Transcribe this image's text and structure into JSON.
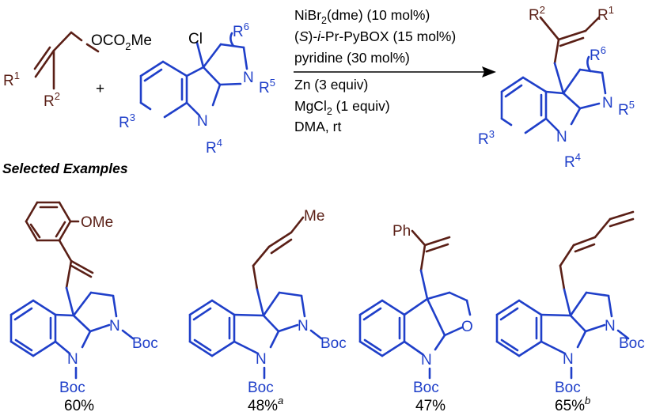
{
  "reaction": {
    "allyl_carbonate": {
      "group": "OCO",
      "group_sub": "2",
      "group_tail": "Me",
      "r1": "R",
      "r1_sup": "1",
      "r2": "R",
      "r2_sup": "2"
    },
    "plus": "+",
    "indoline": {
      "cl": "Cl",
      "n": "N",
      "r3": "R",
      "r3_sup": "3",
      "r4": "R",
      "r4_sup": "4",
      "r5": "R",
      "r5_sup": "5",
      "r6": "R",
      "r6_sup": "6"
    },
    "conditions": {
      "line1_a": "NiBr",
      "line1_sub": "2",
      "line1_b": "(dme) (10 mol%)",
      "line2_a": "(",
      "line2_s": "S",
      "line2_b": ")-",
      "line2_i": "i",
      "line2_c": "-Pr-PyBOX (15 mol%)",
      "line3": "pyridine (30 mol%)",
      "line4": "Zn (3 equiv)",
      "line5_a": "MgCl",
      "line5_sub": "2",
      "line5_b": " (1 equiv)",
      "line6": "DMA, rt"
    }
  },
  "section_heading": "Selected Examples",
  "labels": {
    "ome": "OMe",
    "me": "Me",
    "ph": "Ph",
    "boc": "Boc",
    "o": "O",
    "n": "N"
  },
  "examples": [
    {
      "yield": "60%",
      "note": ""
    },
    {
      "yield": "48%",
      "note": "a"
    },
    {
      "yield": "47%",
      "note": ""
    },
    {
      "yield": "65%",
      "note": "b"
    }
  ]
}
